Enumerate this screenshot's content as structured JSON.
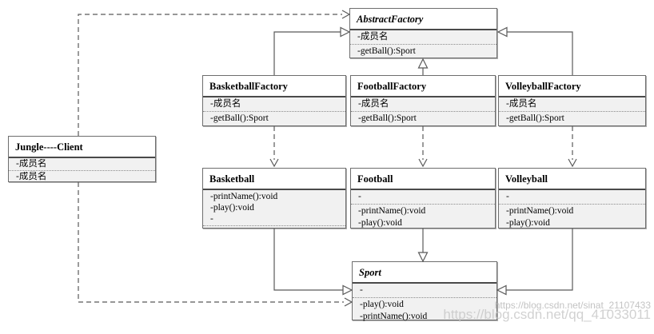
{
  "classes": {
    "abstract_factory": {
      "title": "AbstractFactory",
      "abstract": true,
      "attributes": [
        "-成员名"
      ],
      "methods": [
        "-getBall():Sport"
      ]
    },
    "basketball_factory": {
      "title": "BasketballFactory",
      "abstract": false,
      "attributes": [
        "-成员名"
      ],
      "methods": [
        "-getBall():Sport"
      ]
    },
    "football_factory": {
      "title": "FootballFactory",
      "abstract": false,
      "attributes": [
        "-成员名"
      ],
      "methods": [
        "-getBall():Sport"
      ]
    },
    "volleyball_factory": {
      "title": "VolleyballFactory",
      "abstract": false,
      "attributes": [
        "-成员名"
      ],
      "methods": [
        "-getBall():Sport"
      ]
    },
    "jungle_client": {
      "title": "Jungle----Client",
      "abstract": false,
      "attributes": [
        "-成员名"
      ],
      "methods": [
        "-成员名"
      ]
    },
    "basketball": {
      "title": "Basketball",
      "abstract": false,
      "attributes": [
        "-printName():void",
        "-play():void",
        "-"
      ],
      "methods": []
    },
    "football": {
      "title": "Football",
      "abstract": false,
      "attributes": [
        "-"
      ],
      "methods": [
        "-printName():void",
        "-play():void"
      ]
    },
    "volleyball": {
      "title": "Volleyball",
      "abstract": false,
      "attributes": [
        "-"
      ],
      "methods": [
        "-printName():void",
        "-play():void"
      ]
    },
    "sport": {
      "title": "Sport",
      "abstract": true,
      "attributes": [
        "-"
      ],
      "methods": [
        "-play():void",
        "-printName():void"
      ]
    }
  },
  "relationships": [
    {
      "from": "Jungle----Client",
      "to": "AbstractFactory",
      "type": "dependency"
    },
    {
      "from": "Jungle----Client",
      "to": "Sport",
      "type": "dependency"
    },
    {
      "from": "BasketballFactory",
      "to": "AbstractFactory",
      "type": "generalization"
    },
    {
      "from": "FootballFactory",
      "to": "AbstractFactory",
      "type": "generalization"
    },
    {
      "from": "VolleyballFactory",
      "to": "AbstractFactory",
      "type": "generalization"
    },
    {
      "from": "BasketballFactory",
      "to": "Basketball",
      "type": "dependency"
    },
    {
      "from": "FootballFactory",
      "to": "Football",
      "type": "dependency"
    },
    {
      "from": "VolleyballFactory",
      "to": "Volleyball",
      "type": "dependency"
    },
    {
      "from": "Basketball",
      "to": "Sport",
      "type": "generalization"
    },
    {
      "from": "Football",
      "to": "Sport",
      "type": "generalization"
    },
    {
      "from": "Volleyball",
      "to": "Sport",
      "type": "generalization"
    }
  ],
  "watermark": {
    "line1": "https://blog.csdn.net/sinat_21107433",
    "line2": "https://blog.csdn.net/qq_41033011"
  },
  "colors": {
    "box_border": "#6e6e6e",
    "compartment_fill": "#f1f1f1",
    "line": "#595959",
    "watermark": "#c6c6c6"
  }
}
